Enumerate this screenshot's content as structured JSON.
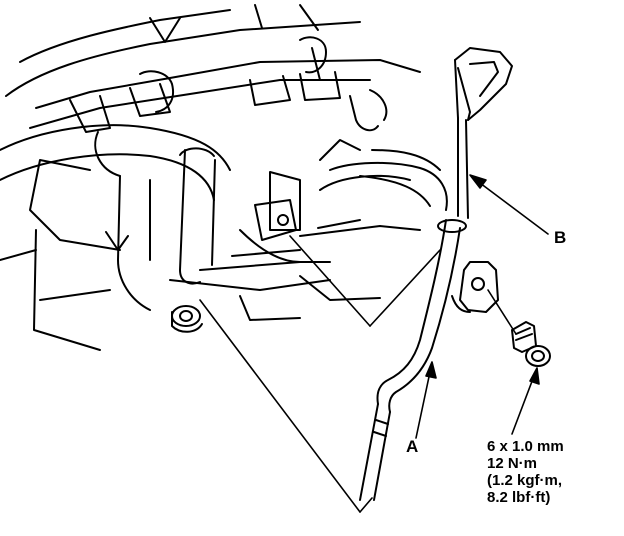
{
  "labels": {
    "a": "A",
    "b": "B"
  },
  "spec": {
    "line1": "6 x 1.0 mm",
    "line2": "12 N·m",
    "line3": "(1.2 kgf·m,",
    "line4": "8.2 lbf·ft)"
  }
}
